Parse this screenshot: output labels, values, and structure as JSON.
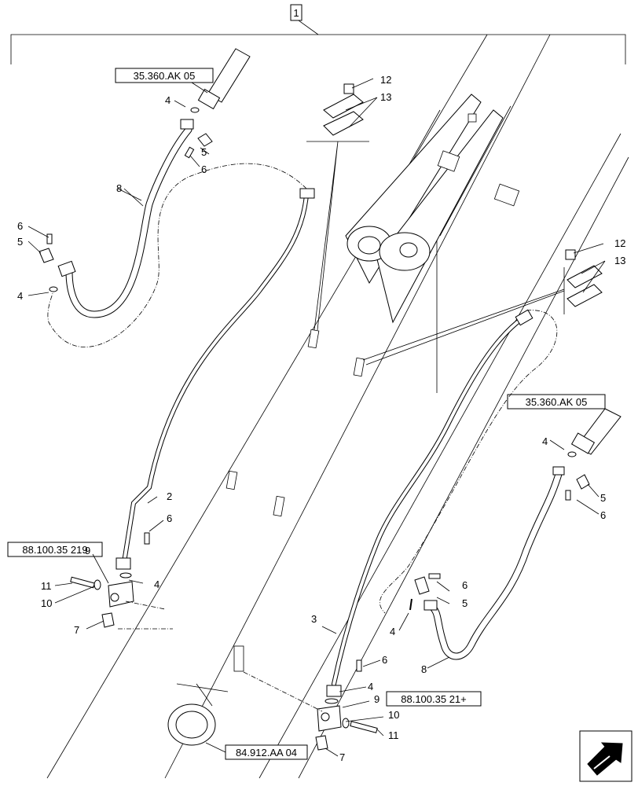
{
  "assembly_number": "1",
  "refs": {
    "upper_cylinder": "35.360.AK 05",
    "right_cylinder": "35.360.AK 05",
    "left_block": "88.100.35 219",
    "right_block": "88.100.35 21+",
    "boom": "84.912.AA 04"
  },
  "callouts": {
    "c2": "2",
    "c3": "3",
    "c4a": "4",
    "c4b": "4",
    "c4c": "4",
    "c4d": "4",
    "c4e": "4",
    "c4f": "4",
    "c5a": "5",
    "c5b": "5",
    "c5c": "5",
    "c5d": "5",
    "c6a": "6",
    "c6b": "6",
    "c6c": "6",
    "c6d": "6",
    "c6e": "6",
    "c6f": "6",
    "c7a": "7",
    "c7b": "7",
    "c8a": "8",
    "c8b": "8",
    "c9a": "9",
    "c9b": "9",
    "c10a": "10",
    "c10b": "10",
    "c11a": "11",
    "c11b": "11",
    "c12a": "12",
    "c12b": "12",
    "c13a": "13",
    "c13b": "13"
  },
  "nav_icon": "next-page-arrow-icon"
}
